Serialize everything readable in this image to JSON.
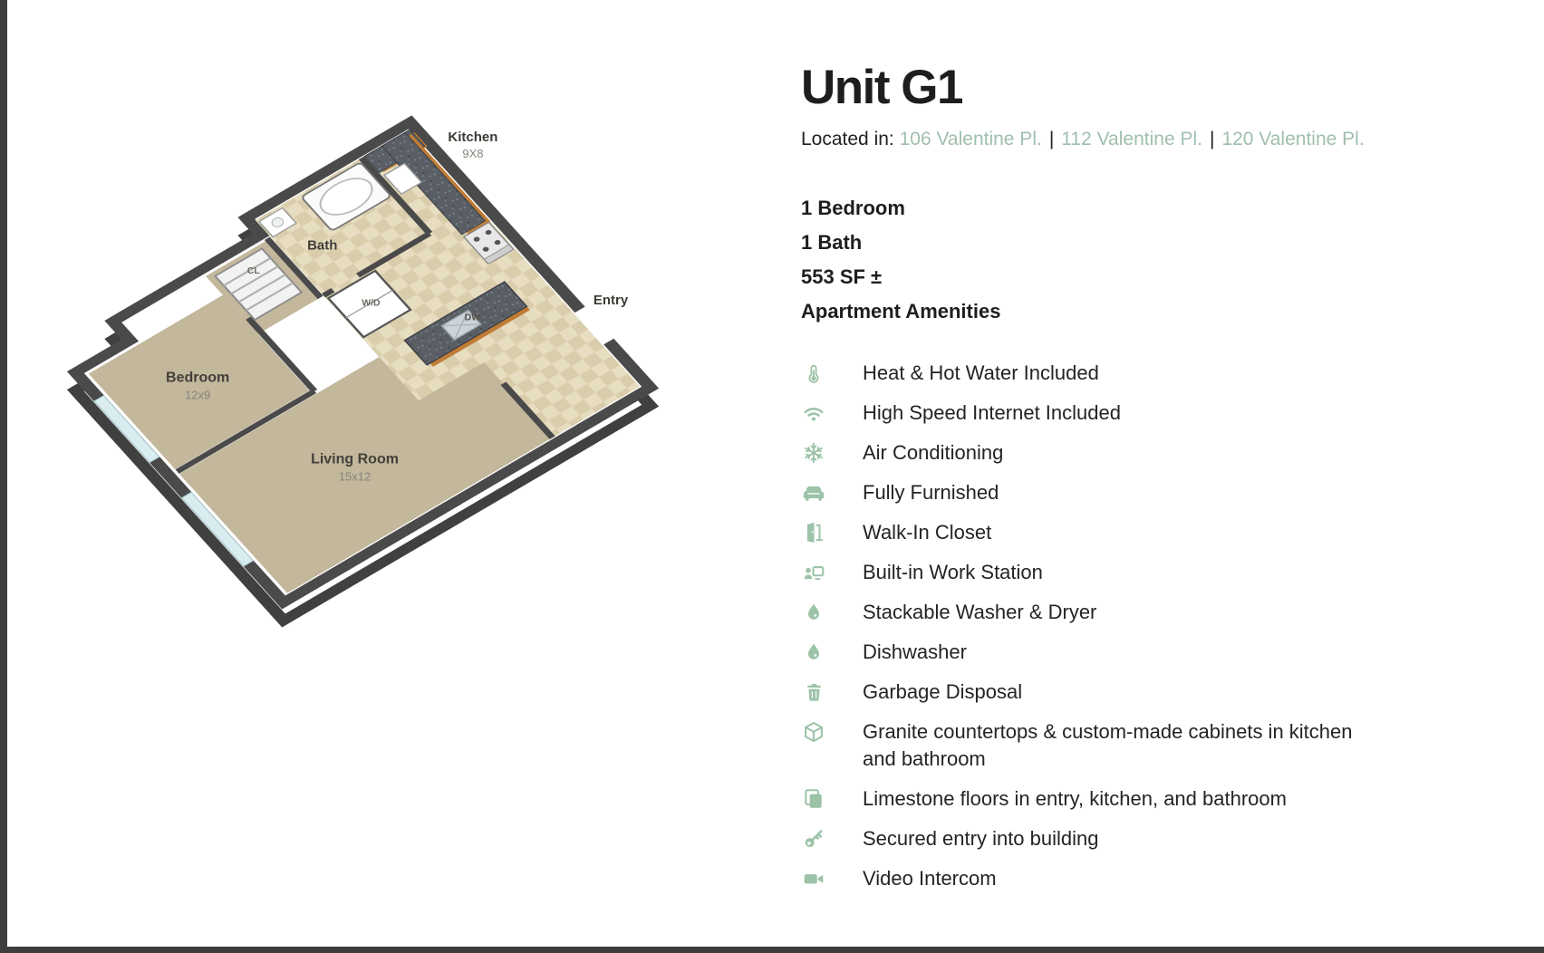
{
  "window": {
    "frame_color": "#3d3d3d"
  },
  "unit": {
    "title": "Unit G1",
    "located_in_label": "Located in:",
    "locations": [
      "106 Valentine Pl.",
      "112 Valentine Pl.",
      "120 Valentine Pl."
    ],
    "separator": "|",
    "details": [
      "1 Bedroom",
      "1 Bath",
      "553 SF ±"
    ],
    "amenities_heading": "Apartment Amenities"
  },
  "amenities": [
    {
      "icon": "thermometer-icon",
      "label": "Heat & Hot Water Included"
    },
    {
      "icon": "wifi-icon",
      "label": "High Speed Internet Included"
    },
    {
      "icon": "snowflake-icon",
      "label": "Air Conditioning"
    },
    {
      "icon": "couch-icon",
      "label": "Fully Furnished"
    },
    {
      "icon": "closet-door-icon",
      "label": "Walk-In Closet"
    },
    {
      "icon": "workstation-icon",
      "label": "Built-in Work Station"
    },
    {
      "icon": "droplet-icon",
      "label": "Stackable Washer & Dryer"
    },
    {
      "icon": "droplet-icon",
      "label": "Dishwasher"
    },
    {
      "icon": "trash-icon",
      "label": "Garbage Disposal"
    },
    {
      "icon": "cube-icon",
      "label": "Granite countertops & custom-made cabinets in kitchen and bathroom"
    },
    {
      "icon": "layers-icon",
      "label": "Limestone floors in entry, kitchen, and bathroom"
    },
    {
      "icon": "key-icon",
      "label": "Secured entry into building"
    },
    {
      "icon": "video-camera-icon",
      "label": "Video Intercom"
    }
  ],
  "floorplan": {
    "bedroom": {
      "name": "Bedroom",
      "dims": "12x9"
    },
    "living_room": {
      "name": "Living Room",
      "dims": "15x12"
    },
    "bath": {
      "name": "Bath"
    },
    "kitchen": {
      "name": "Kitchen",
      "dims": "9X8"
    },
    "entry": {
      "name": "Entry"
    },
    "closet": {
      "name": "CL"
    },
    "washer_dryer": {
      "name": "W/D"
    },
    "dishwasher": {
      "name": "DW"
    }
  },
  "colors": {
    "link_green": "#a0bfad",
    "icon_green": "#9cc3a8",
    "wall_dark": "#4a4a4a",
    "carpet_tan": "#c3b79c",
    "cabinet_brown": "#c07c35"
  }
}
